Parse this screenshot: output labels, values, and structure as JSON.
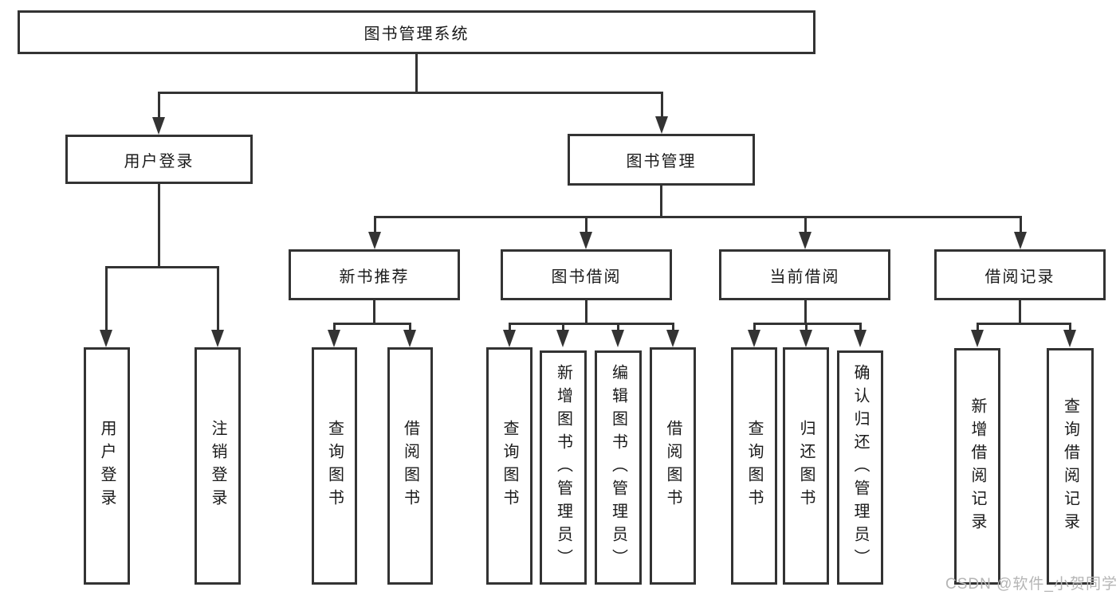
{
  "diagram": {
    "root": {
      "label": "图书管理系统"
    },
    "branches": [
      {
        "label": "用户登录",
        "children": [
          {
            "label": "用户登录"
          },
          {
            "label": "注销登录"
          }
        ]
      },
      {
        "label": "图书管理",
        "children": [
          {
            "label": "新书推荐",
            "children": [
              {
                "label": "查询图书"
              },
              {
                "label": "借阅图书"
              }
            ]
          },
          {
            "label": "图书借阅",
            "children": [
              {
                "label": "查询图书"
              },
              {
                "label": "新增图书（管理员）"
              },
              {
                "label": "编辑图书（管理员）"
              },
              {
                "label": "借阅图书"
              }
            ]
          },
          {
            "label": "当前借阅",
            "children": [
              {
                "label": "查询图书"
              },
              {
                "label": "归还图书"
              },
              {
                "label": "确认归还（管理员）"
              }
            ]
          },
          {
            "label": "借阅记录",
            "children": [
              {
                "label": "新增借阅记录"
              },
              {
                "label": "查询借阅记录"
              }
            ]
          }
        ]
      }
    ]
  },
  "watermark": {
    "text": "CSDN @软件_小贺同学"
  },
  "colors": {
    "line": "#333333",
    "text": "#1a1a1a",
    "watermark": "#b5b5b5",
    "background": "#ffffff"
  }
}
